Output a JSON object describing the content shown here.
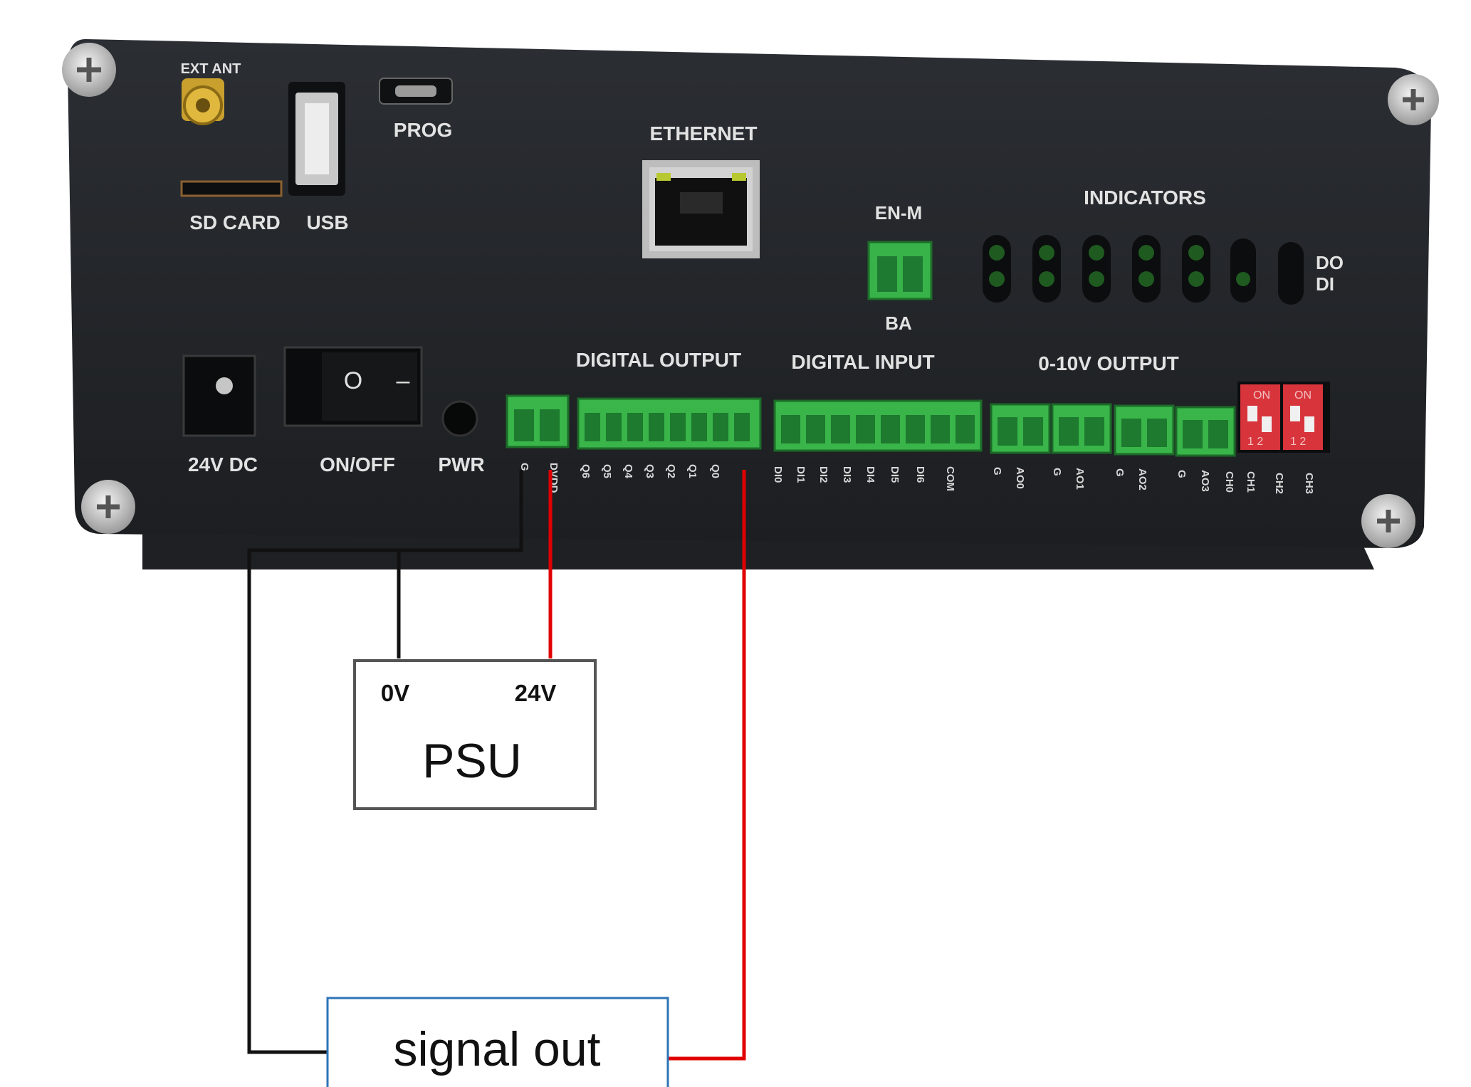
{
  "device": {
    "labels": {
      "ext_ant": "EXT ANT",
      "prog": "PROG",
      "sd_card": "SD CARD",
      "usb": "USB",
      "ethernet": "ETHERNET",
      "en_m": "EN-M",
      "ba": "BA",
      "indicators": "INDICATORS",
      "do": "DO",
      "di": "DI",
      "digital_output": "DIGITAL OUTPUT",
      "digital_input": "DIGITAL INPUT",
      "analog_output": "0-10V OUTPUT",
      "dc_in": "24V DC",
      "on_off": "ON/OFF",
      "pwr": "PWR",
      "switch_off_symbol": "O",
      "switch_on_symbol": "–",
      "dip_on": "ON",
      "dip_numbers": "1 2"
    },
    "pins": [
      "G",
      "DVDD",
      "Q6",
      "Q5",
      "Q4",
      "Q3",
      "Q2",
      "Q1",
      "Q0",
      "DI0",
      "DI1",
      "DI2",
      "DI3",
      "DI4",
      "DI5",
      "DI6",
      "COM",
      "G",
      "AO0",
      "G",
      "AO1",
      "G",
      "AO2",
      "G",
      "AO3",
      "CH0",
      "CH1",
      "CH2",
      "CH3"
    ]
  },
  "psu": {
    "title": "PSU",
    "terminal_0v": "0V",
    "terminal_24v": "24V"
  },
  "signal": {
    "title": "signal out"
  },
  "colors": {
    "wire_ground": "#111111",
    "wire_positive": "#e00000",
    "signal_border": "#2e75b6",
    "psu_border": "#555555"
  }
}
